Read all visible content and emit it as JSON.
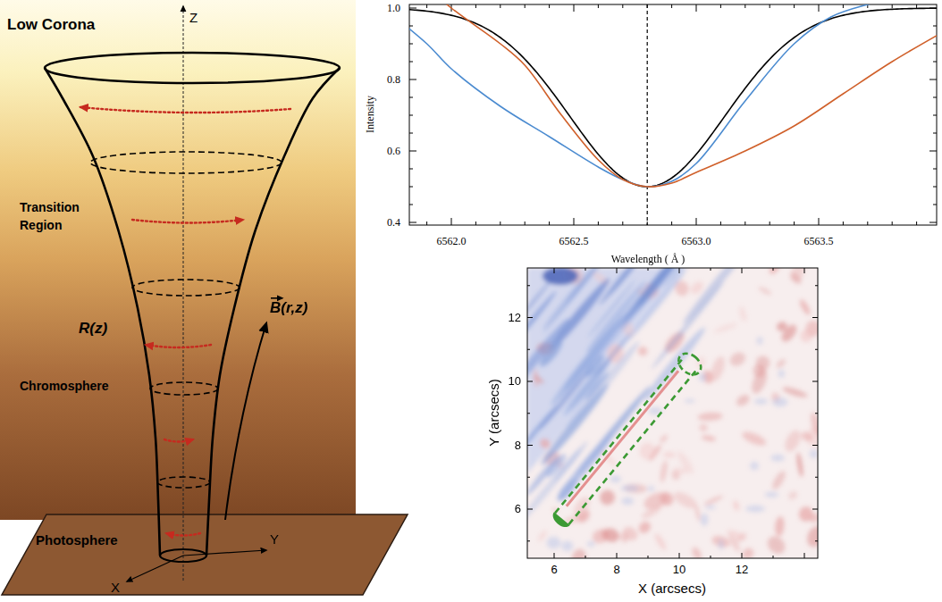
{
  "diagram": {
    "labels": [
      "Low Corona",
      "Z",
      "Transition Region",
      "B(r,z)",
      "R(z)",
      "Chromosphere",
      "Photosphere",
      "Y",
      "X",
      "1.0",
      "0.8",
      "0.6",
      "0.4",
      "Intensity",
      "6562.0",
      "6562.5",
      "6563.0",
      "6563.5",
      "Wavelength ( Å )",
      "12",
      "10",
      "8",
      "6",
      "Y (arcsecs)",
      "6",
      "8",
      "10",
      "12",
      "X (arcsecs)"
    ]
  }
}
